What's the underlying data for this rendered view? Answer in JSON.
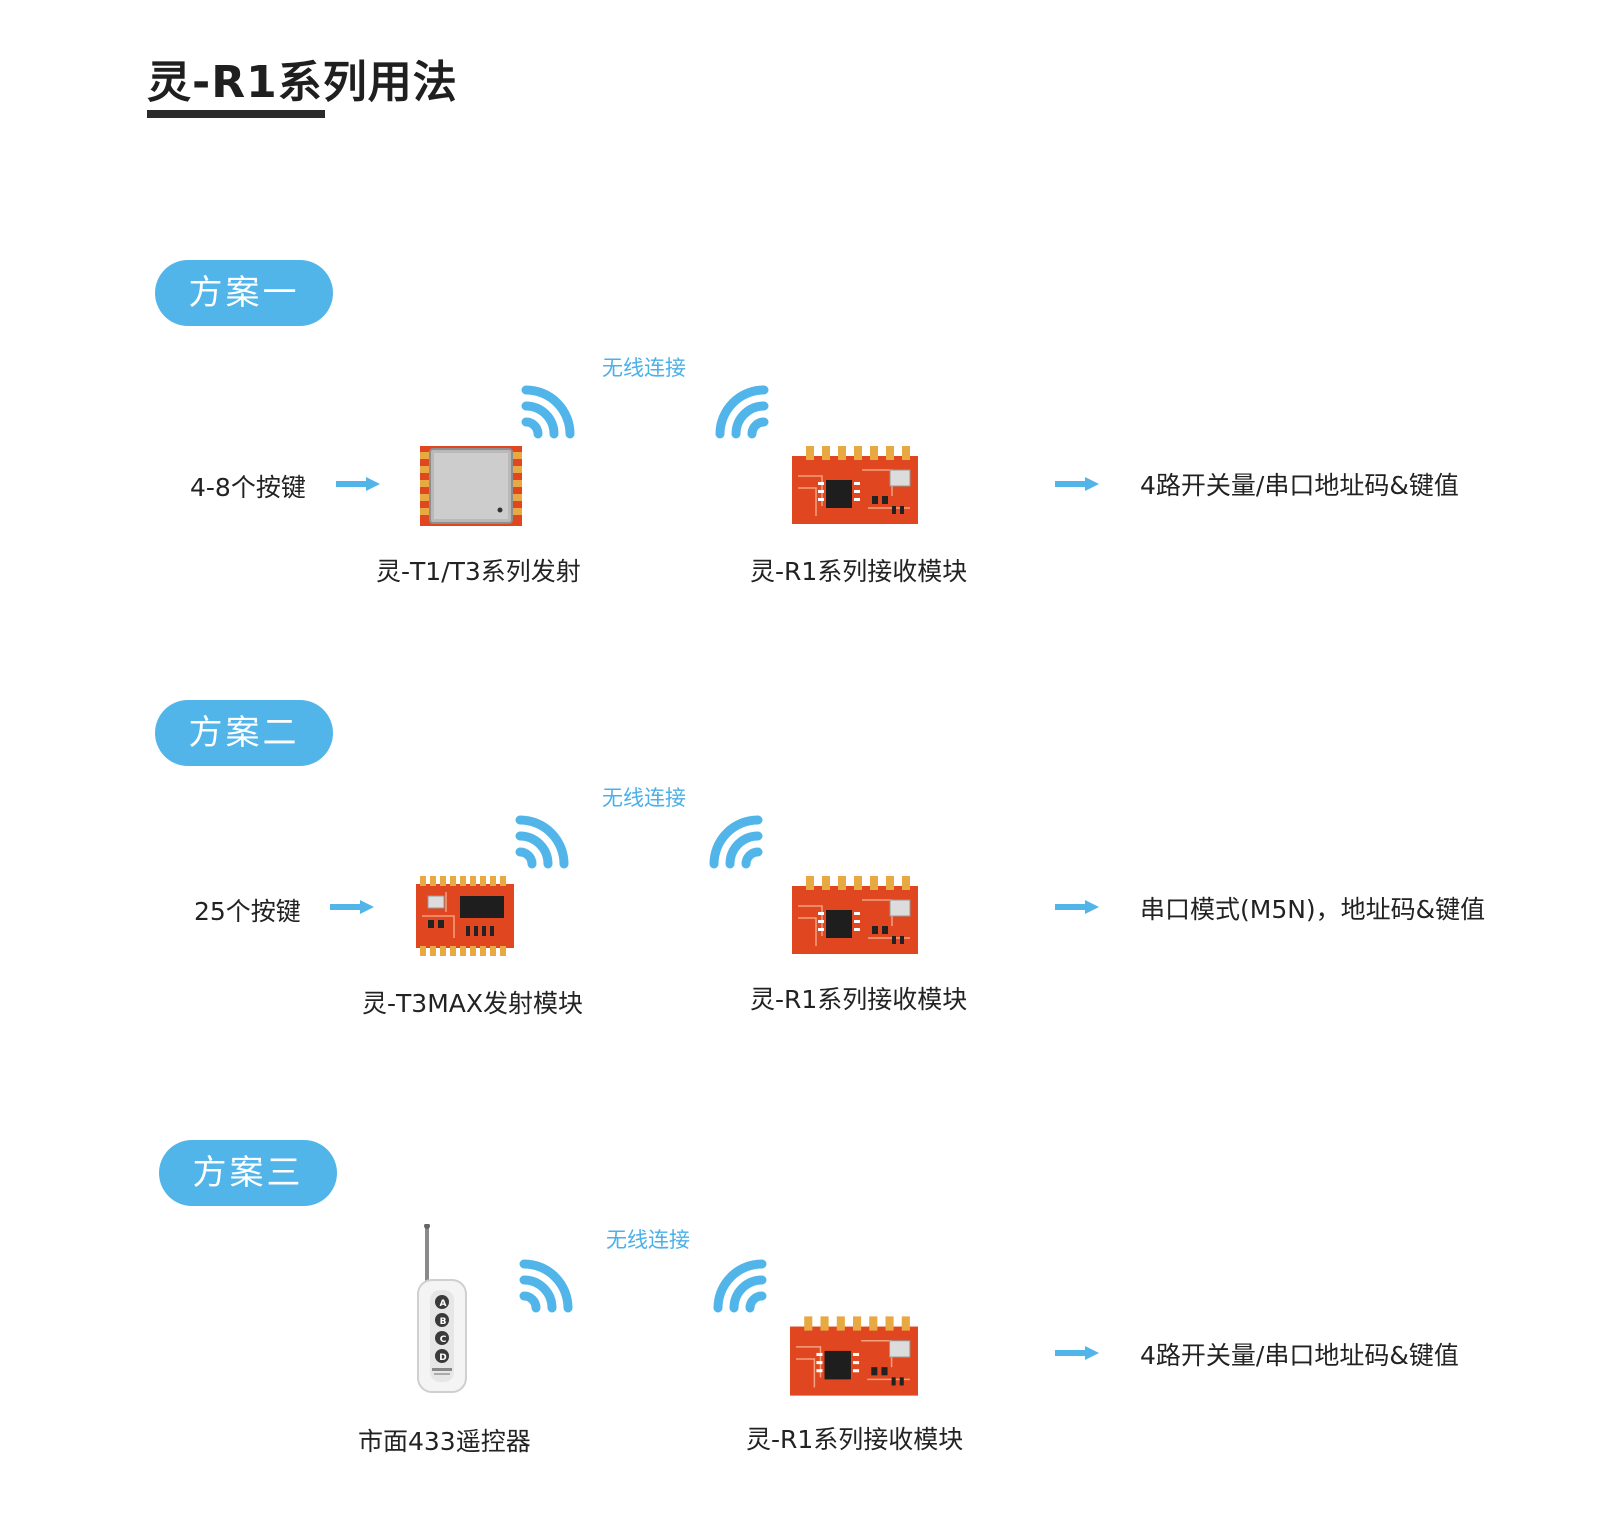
{
  "page": {
    "title": "灵-R1系列用法"
  },
  "colors": {
    "accent_blue": "#52b5ea",
    "pcb_red": "#e0461f",
    "pad_gold": "#e8a842"
  },
  "schemes": [
    {
      "badge": "方案一",
      "input_label": "4-8个按键",
      "wireless_label": "无线连接",
      "transmitter_caption": "灵-T1/T3系列发射",
      "receiver_caption": "灵-R1系列接收模块",
      "output_label": "4路开关量/串口地址码&键值",
      "transmitter_icon": "shielded-rf-module-icon",
      "receiver_icon": "receiver-pcb-icon"
    },
    {
      "badge": "方案二",
      "input_label": "25个按键",
      "wireless_label": "无线连接",
      "transmitter_caption": "灵-T3MAX发射模块",
      "receiver_caption": "灵-R1系列接收模块",
      "output_label": "串口模式(M5N)，地址码&键值",
      "transmitter_icon": "transmitter-pcb-icon",
      "receiver_icon": "receiver-pcb-icon"
    },
    {
      "badge": "方案三",
      "input_label": "",
      "wireless_label": "无线连接",
      "transmitter_caption": "市面433遥控器",
      "receiver_caption": "灵-R1系列接收模块",
      "output_label": "4路开关量/串口地址码&键值",
      "transmitter_icon": "remote-control-icon",
      "receiver_icon": "receiver-pcb-icon",
      "remote_buttons": [
        "A",
        "B",
        "C",
        "D"
      ]
    }
  ]
}
